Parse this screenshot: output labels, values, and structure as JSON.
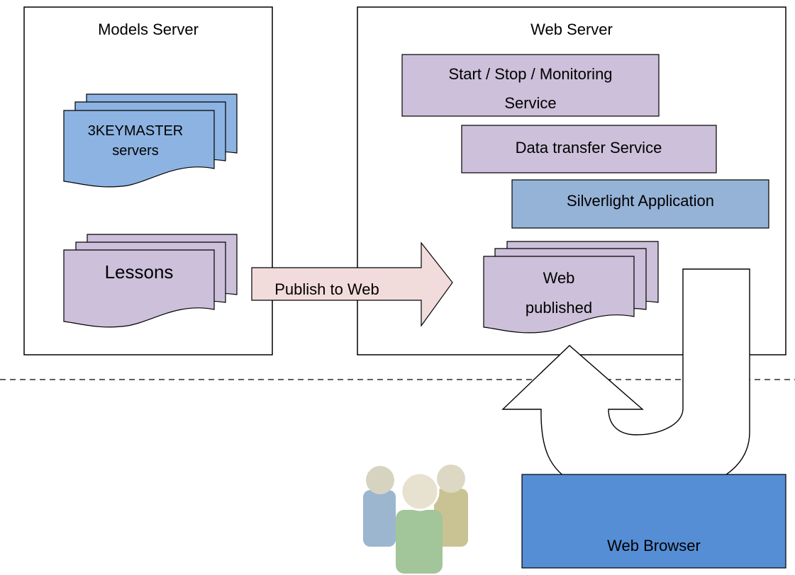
{
  "models_server": {
    "title": "Models Server",
    "keymaster_line1": "3KEYMASTER",
    "keymaster_line2": "servers",
    "lessons": "Lessons"
  },
  "web_server": {
    "title": "Web Server",
    "monitoring_line1": "Start / Stop / Monitoring",
    "monitoring_line2": "Service",
    "data_transfer": "Data transfer Service",
    "silverlight": "Silverlight Application",
    "web_published_line1": "Web",
    "web_published_line2": "published"
  },
  "publish_arrow": {
    "label": "Publish to Web"
  },
  "browser": {
    "label": "Web Browser"
  },
  "icons": {
    "users": "users-group-icon",
    "u_turn": "u-turn-arrow-icon"
  },
  "colors": {
    "purple": "#ccc0da",
    "blue_doc": "#8db3e2",
    "silverlight": "#95b3d7",
    "browser": "#558ed5",
    "publish_arrow": "#f2dcdb"
  }
}
